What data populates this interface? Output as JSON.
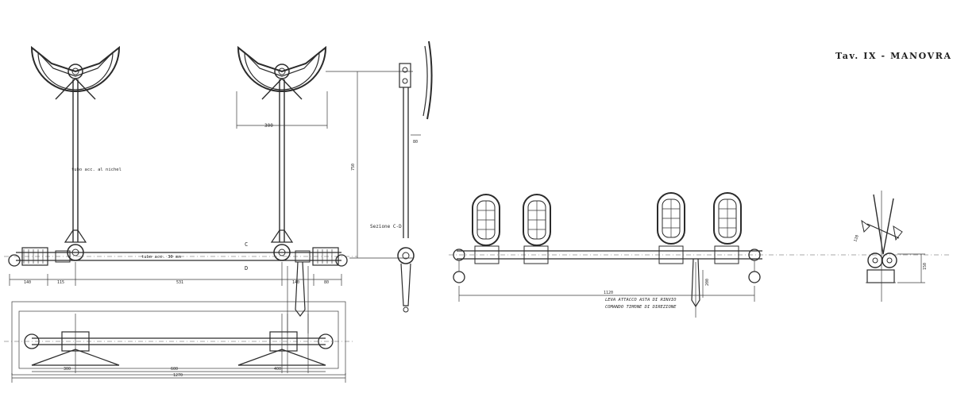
{
  "sheet": {
    "title": "Tav. IX - MANOVRA"
  },
  "notes": {
    "tube_left": "tubo acc. al nichel",
    "tube_bar": "tubo acc. 30 mm",
    "section": "Sezione C-D",
    "lever_1": "LEVA ATTACCO ASTA DI RINVIO",
    "lever_2": "COMANDO TIMONE DI DIREZIONE",
    "mark_c": "C",
    "mark_d": "D"
  },
  "dimensions": {
    "wheel_width": "300",
    "column_height": "750",
    "side_offset": "80",
    "dim_a": "140",
    "dim_b": "115",
    "dim_c": "531",
    "dim_d": "140",
    "dim_e": "80",
    "base_left": "300",
    "base_mid": "600",
    "base_right": "400",
    "overall": "1270",
    "pedal_span": "1120",
    "pedal_angle": "120",
    "pedal_height": "200",
    "pedal_right": "150"
  }
}
